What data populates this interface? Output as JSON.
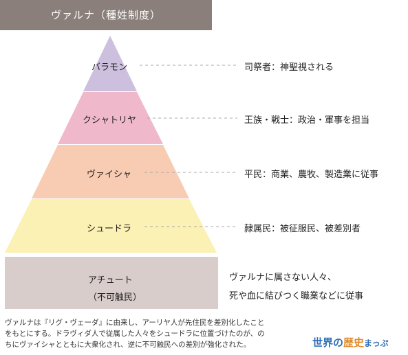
{
  "title": "ヴァルナ（種姓制度）",
  "colors": {
    "banner": "#8a7f7a",
    "brahmin": "#cdc0df",
    "kshatriya": "#f0b8cb",
    "vaishya": "#f8cbb3",
    "shudra": "#fbf1b4",
    "untouchable": "#d8cdcb",
    "leader": "#a8a8a8"
  },
  "tiers": [
    {
      "name": "バラモン",
      "desc": "司祭者：神聖視される"
    },
    {
      "name": "クシャトリヤ",
      "desc": "王族・戦士：政治・軍事を担当"
    },
    {
      "name": "ヴァイシャ",
      "desc": "平民：商業、農牧、製造業に従事"
    },
    {
      "name": "シュードラ",
      "desc": "隷属民：被征服民、被差別者"
    }
  ],
  "untouchable": {
    "name": "アチュート",
    "sub": "（不可触民）",
    "desc_line1": "ヴァルナに属さない人々、",
    "desc_line2": "死や血に結びつく職業などに従事"
  },
  "footnote": [
    "ヴァルナは『リグ・ヴェーダ』に由来し、アーリヤ人が先住民を差別化したこと",
    "をもとにする。ドラヴィダ人で従属した人々をシュードラに位置づけたのが、の",
    "ちにヴァイシャとともに大衆化され、逆に不可触民への差別が強化された。"
  ],
  "logo": {
    "part1": "世界の",
    "part2": "歴史",
    "part3": "まっぷ"
  }
}
